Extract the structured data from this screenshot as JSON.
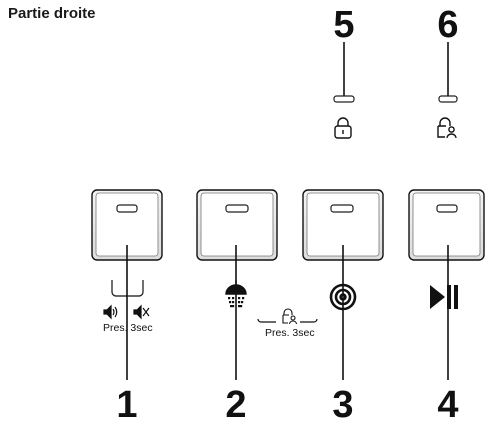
{
  "heading": "Partie droite",
  "callouts": {
    "n1": "1",
    "n2": "2",
    "n3": "3",
    "n4": "4",
    "n5": "5",
    "n6": "6"
  },
  "captions": {
    "volume_press": "Pres. 3sec",
    "lock_press": "Pres. 3sec"
  },
  "icons": {
    "button1": "volume-mute-toggle-icon",
    "button2": "shower-icon",
    "button3": "spiral-icon",
    "button4": "play-pause-icon",
    "indicator5": "lock-icon",
    "indicator6": "child-lock-icon"
  },
  "colors": {
    "ink": "#111111",
    "button_shade": "#e9e9e9"
  }
}
